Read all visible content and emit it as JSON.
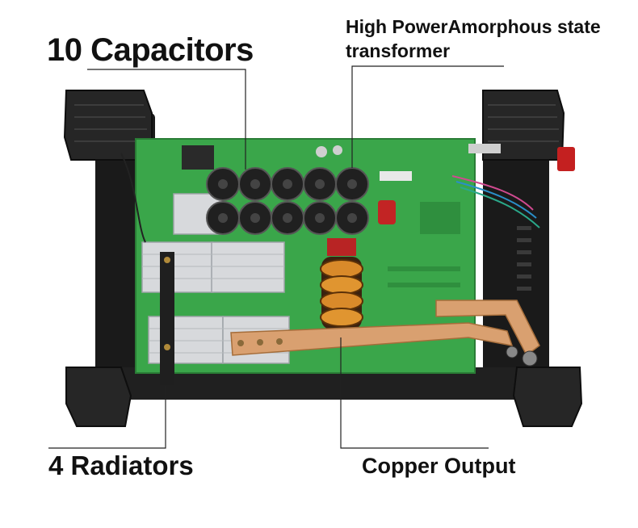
{
  "labels": {
    "capacitors": "10 Capacitors",
    "transformer_line1": "High PowerAmorphous state",
    "transformer_line2": "transformer",
    "radiators": "4 Radiators",
    "copper_output": "Copper Output"
  },
  "colors": {
    "pcb": "#3aa64a",
    "housing": "#1c1c1c",
    "heatsink": "#d7d9dc",
    "capacitor": "#202020",
    "copper": "#d9a070",
    "leader_line": "#222222"
  }
}
